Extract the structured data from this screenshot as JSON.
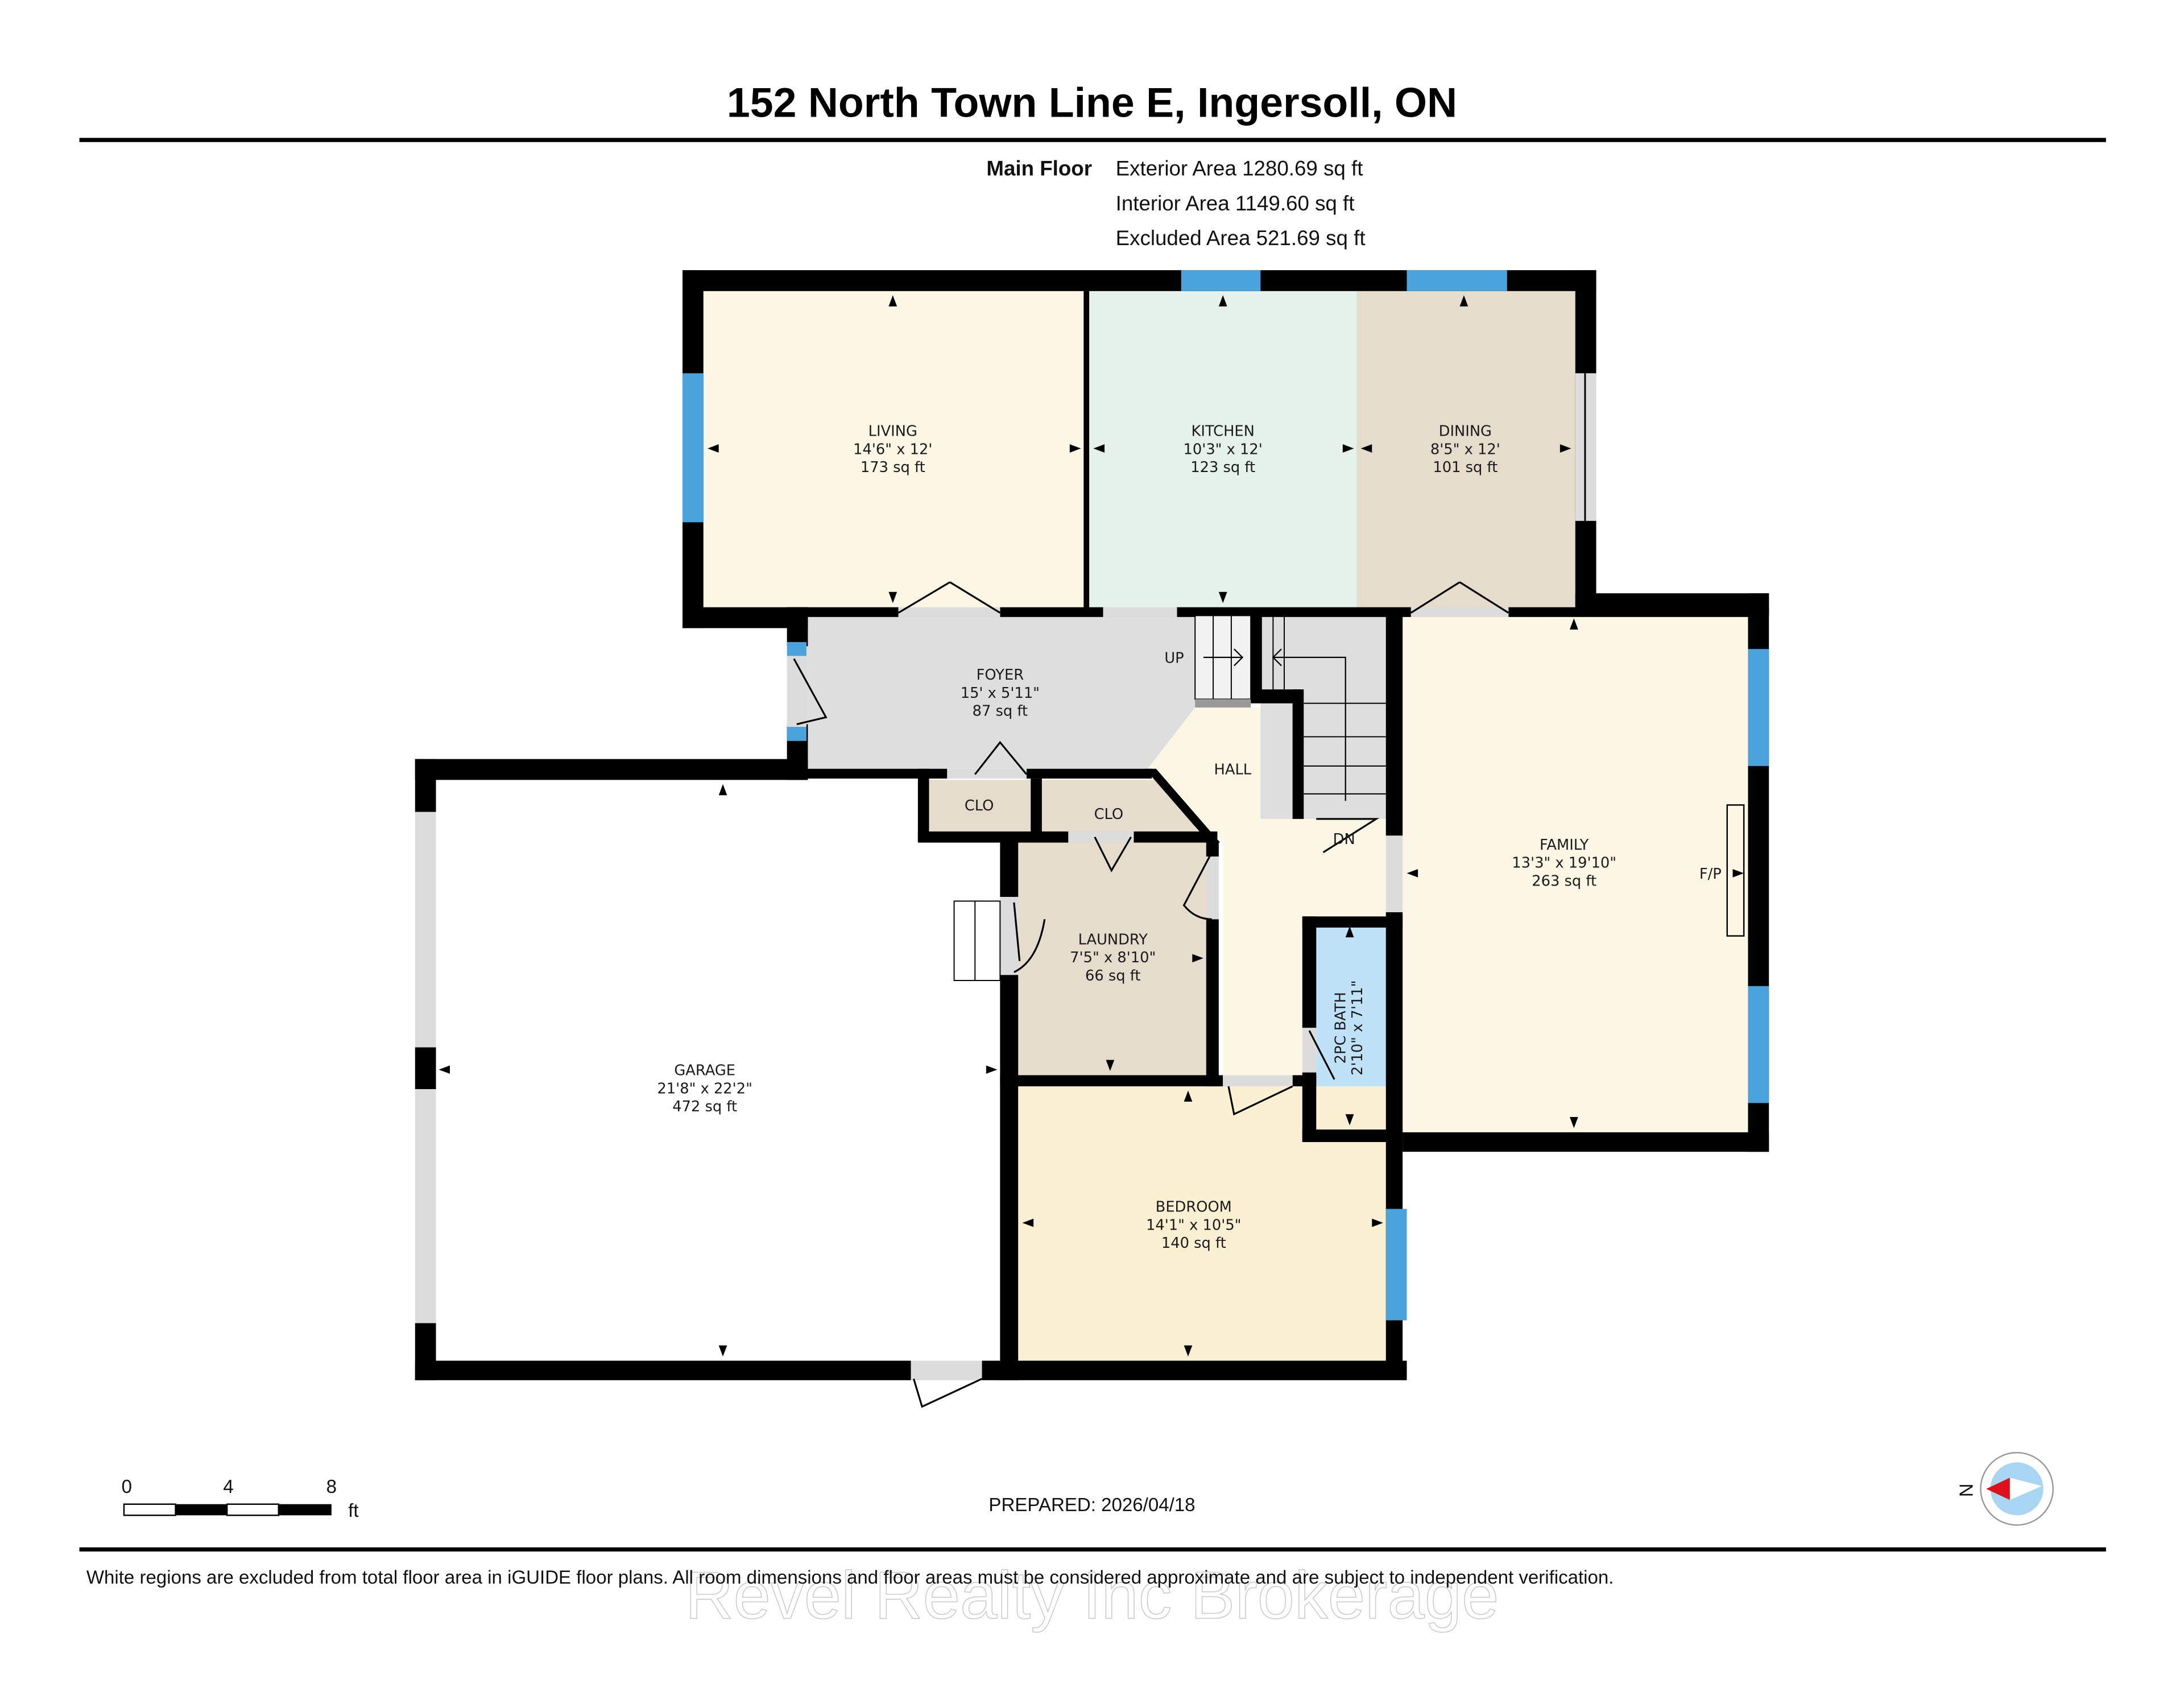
{
  "header": {
    "title": "152 North Town Line E, Ingersoll, ON"
  },
  "floor_summary": {
    "floor_name": "Main Floor",
    "exterior_area": "Exterior Area 1280.69 sq ft",
    "interior_area": "Interior Area 1149.60 sq ft",
    "excluded_area": "Excluded Area 521.69 sq ft"
  },
  "rooms": {
    "living": {
      "name": "LIVING",
      "dims": "14'6\" x 12'",
      "area": "173 sq ft",
      "color": "#fcf6e4"
    },
    "kitchen": {
      "name": "KITCHEN",
      "dims": "10'3\" x 12'",
      "area": "123 sq ft",
      "color": "#e4f2ea"
    },
    "dining": {
      "name": "DINING",
      "dims": "8'5\" x 12'",
      "area": "101 sq ft",
      "color": "#e6dccc"
    },
    "foyer": {
      "name": "FOYER",
      "dims": "15' x 5'11\"",
      "area": "87 sq ft",
      "color": "#dedede"
    },
    "hall": {
      "name": "HALL",
      "color": "#fcf6e4"
    },
    "family": {
      "name": "FAMILY",
      "dims": "13'3\" x 19'10\"",
      "area": "263 sq ft",
      "color": "#fcf6e4",
      "fireplace": "F/P"
    },
    "garage": {
      "name": "GARAGE",
      "dims": "21'8\" x 22'2\"",
      "area": "472 sq ft",
      "color": "#ffffff"
    },
    "laundry": {
      "name": "LAUNDRY",
      "dims": "7'5\" x 8'10\"",
      "area": "66 sq ft",
      "color": "#e6dccc"
    },
    "bath": {
      "name": "2PC BATH",
      "dims": "2'10\" x 7'11\"",
      "color": "#bfe2f8"
    },
    "bedroom": {
      "name": "BEDROOM",
      "dims": "14'1\" x 10'5\"",
      "area": "140 sq ft",
      "color": "#fcf0d2"
    },
    "closet1": {
      "name": "CLO",
      "color": "#e6dccc"
    },
    "closet2": {
      "name": "CLO",
      "color": "#e6dccc"
    }
  },
  "stairs": {
    "up_label": "UP",
    "down_label": "DN"
  },
  "scale_bar": {
    "ticks": [
      "0",
      "4",
      "8"
    ],
    "unit": "ft"
  },
  "prepared": "PREPARED: 2026/04/18",
  "compass": {
    "label": "N",
    "needle_color": "#e0101a",
    "disc_color": "#a8d6f2"
  },
  "footer": {
    "disclaimer": "White regions are excluded from total floor area in iGUIDE floor plans. All room dimensions and floor areas must be considered approximate and are subject to independent verification.",
    "watermark": "Revel Realty Inc Brokerage"
  },
  "colors": {
    "wall": "#000000",
    "window": "#4aa3dc",
    "opening": "#dcdcdc"
  }
}
